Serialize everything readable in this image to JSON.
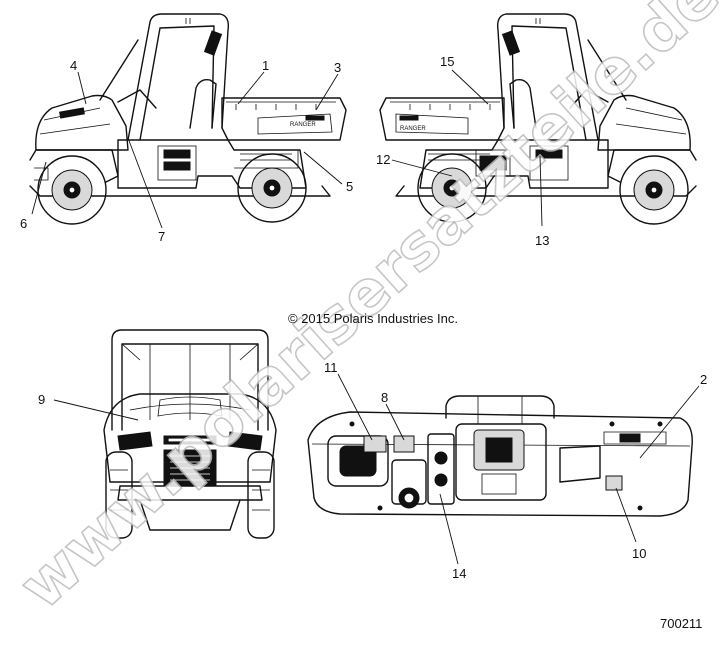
{
  "copyright": "© 2015 Polaris Industries Inc.",
  "figure_number": "700211",
  "watermark": "www.polarisersatzteile.de",
  "vehicle_badge_text": "RANGER",
  "callouts": {
    "c1": "1",
    "c2": "2",
    "c3": "3",
    "c4": "4",
    "c5": "5",
    "c6": "6",
    "c7": "7",
    "c8": "8",
    "c9": "9",
    "c10": "10",
    "c11": "11",
    "c12": "12",
    "c13": "13",
    "c14": "14",
    "c15": "15"
  }
}
